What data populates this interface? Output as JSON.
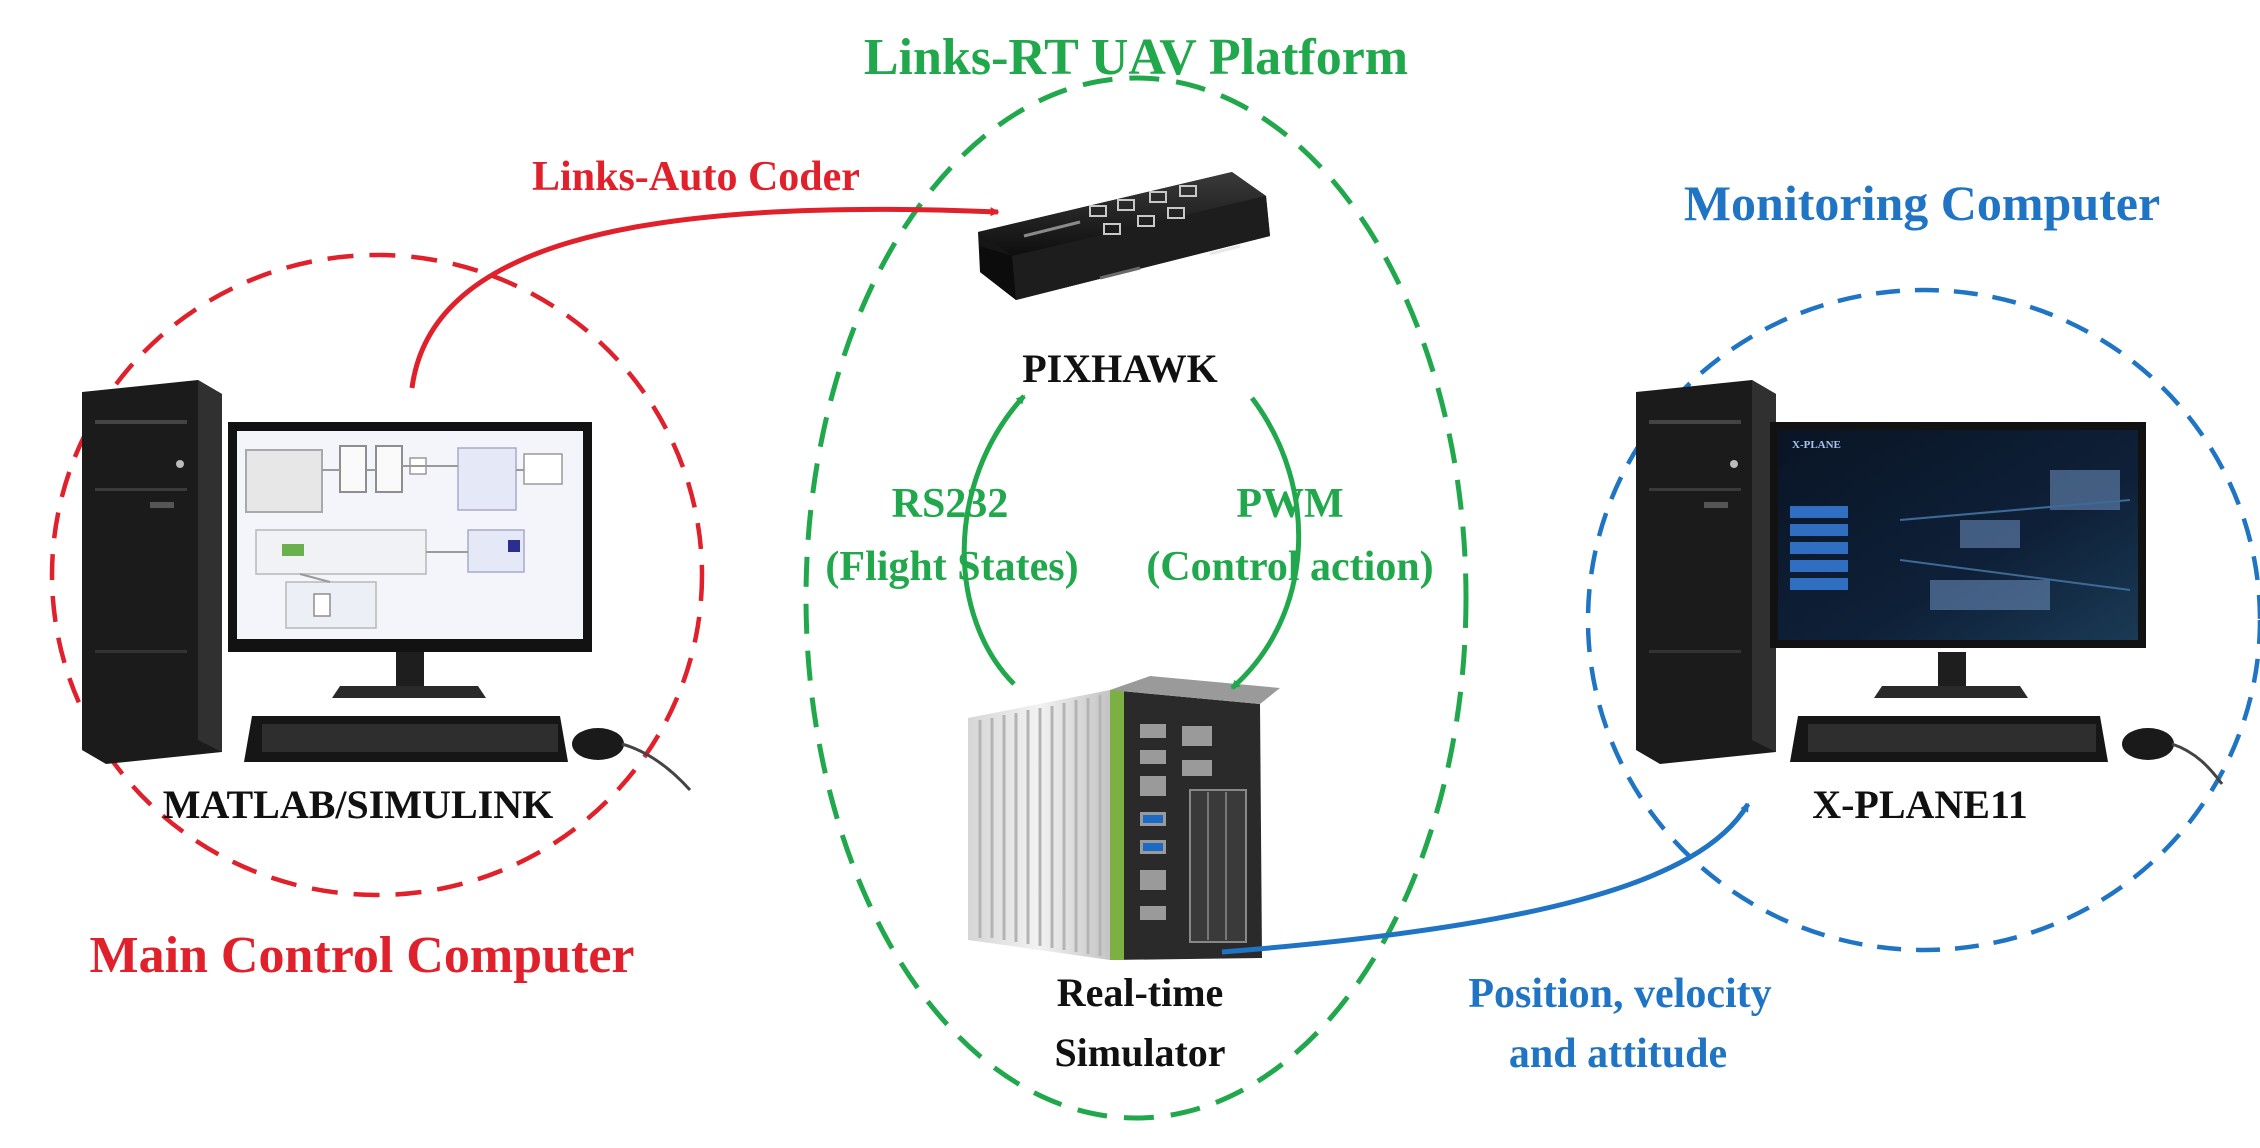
{
  "colors": {
    "main": "#e0202a",
    "platform": "#22a84c",
    "monitor": "#1f74c4",
    "text": "#111111"
  },
  "icons": {
    "main_pc": "desktop-computer-icon",
    "monitor_pc": "desktop-computer-icon",
    "pixhawk": "flight-controller-icon",
    "simulator": "industrial-computer-icon"
  },
  "titles": {
    "platform": "Links-RT UAV Platform",
    "main": "Main Control Computer",
    "monitor": "Monitoring Computer"
  },
  "nodes": {
    "pixhawk": "PIXHAWK",
    "simulator_line1": "Real-time",
    "simulator_line2": "Simulator",
    "matlab": "MATLAB/SIMULINK",
    "xplane": "X-PLANE11",
    "xplane_logo": "X-PLANE"
  },
  "edges": {
    "coder": "Links-Auto Coder",
    "rs232_line1": "RS232",
    "rs232_line2": "(Flight States)",
    "pwm_line1": "PWM",
    "pwm_line2": "(Control action)",
    "pva_line1": "Position, velocity",
    "pva_line2": "and attitude"
  }
}
